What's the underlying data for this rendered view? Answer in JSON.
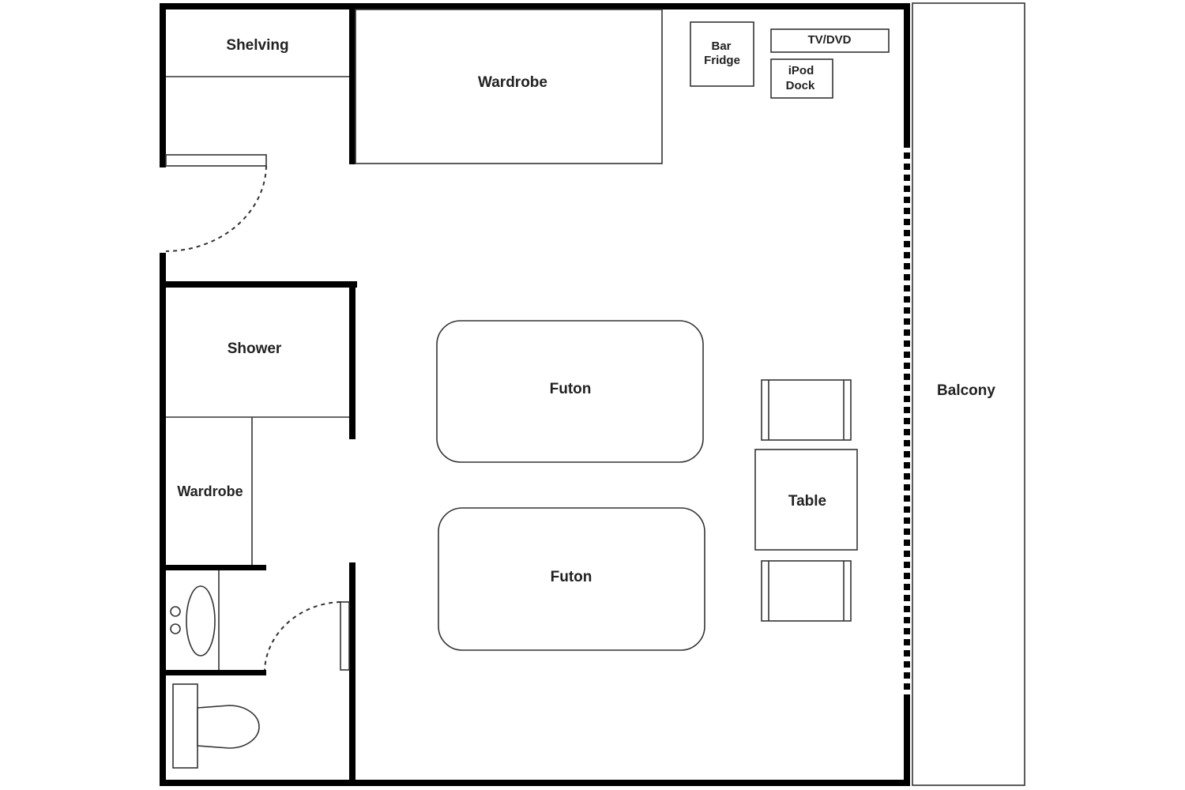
{
  "floor_plan": {
    "rooms": {
      "shelving": "Shelving",
      "wardrobe_top": "Wardrobe",
      "shower": "Shower",
      "wardrobe_side": "Wardrobe",
      "balcony": "Balcony"
    },
    "furniture": {
      "bar_fridge_line1": "Bar",
      "bar_fridge_line2": "Fridge",
      "tv_dvd": "TV/DVD",
      "ipod_dock_line1": "iPod",
      "ipod_dock_line2": "Dock",
      "futon_upper": "Futon",
      "futon_lower": "Futon",
      "table": "Table"
    }
  },
  "colors": {
    "wall": "#000000",
    "line": "#333333",
    "text": "#222222",
    "background": "#ffffff"
  }
}
